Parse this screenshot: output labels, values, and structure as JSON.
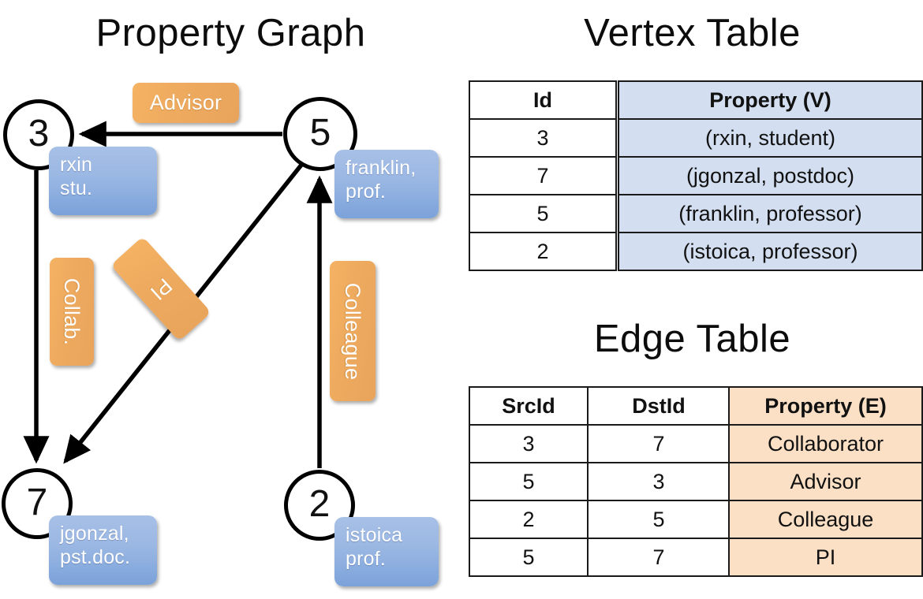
{
  "titles": {
    "graph": "Property Graph",
    "vertex_table": "Vertex Table",
    "edge_table": "Edge Table"
  },
  "colors": {
    "vertex_box": "#9ab7e3",
    "edge_box": "#eeab5f",
    "vertex_table_fill": "#d3dff1",
    "edge_table_fill": "#fbe0c5",
    "stroke": "#000000"
  },
  "graph": {
    "nodes": [
      {
        "id": "3",
        "label": "3",
        "prop_line1": "rxin",
        "prop_line2": "stu."
      },
      {
        "id": "5",
        "label": "5",
        "prop_line1": "franklin,",
        "prop_line2": "prof."
      },
      {
        "id": "7",
        "label": "7",
        "prop_line1": "jgonzal,",
        "prop_line2": "pst.doc."
      },
      {
        "id": "2",
        "label": "2",
        "prop_line1": "istoica",
        "prop_line2": "prof."
      }
    ],
    "edge_labels": [
      {
        "key": "advisor",
        "text": "Advisor",
        "orientation": "horizontal"
      },
      {
        "key": "collab",
        "text": "Collab.",
        "orientation": "vertical"
      },
      {
        "key": "pi",
        "text": "PI",
        "orientation": "diagonal"
      },
      {
        "key": "colleague",
        "text": "Colleague",
        "orientation": "vertical"
      }
    ],
    "edges": [
      {
        "from": "5",
        "to": "3",
        "label": "Advisor"
      },
      {
        "from": "3",
        "to": "7",
        "label": "Collab."
      },
      {
        "from": "5",
        "to": "7",
        "label": "PI"
      },
      {
        "from": "2",
        "to": "5",
        "label": "Colleague"
      }
    ]
  },
  "vertex_table": {
    "headers": [
      "Id",
      "Property (V)"
    ],
    "rows": [
      {
        "id": "3",
        "property": "(rxin, student)"
      },
      {
        "id": "7",
        "property": "(jgonzal, postdoc)"
      },
      {
        "id": "5",
        "property": "(franklin, professor)"
      },
      {
        "id": "2",
        "property": "(istoica, professor)"
      }
    ]
  },
  "edge_table": {
    "headers": [
      "SrcId",
      "DstId",
      "Property (E)"
    ],
    "rows": [
      {
        "src": "3",
        "dst": "7",
        "property": "Collaborator"
      },
      {
        "src": "5",
        "dst": "3",
        "property": "Advisor"
      },
      {
        "src": "2",
        "dst": "5",
        "property": "Colleague"
      },
      {
        "src": "5",
        "dst": "7",
        "property": "PI"
      }
    ]
  }
}
